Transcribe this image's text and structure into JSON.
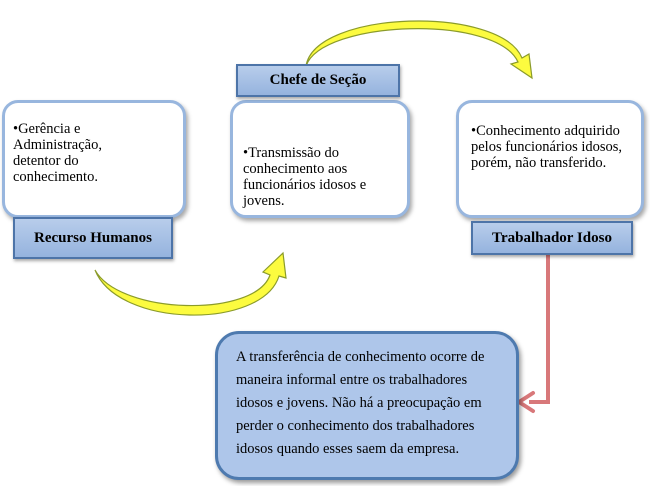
{
  "boxes": {
    "left": "•Gerência e Administração, detentor do conhecimento.",
    "middle": "•Transmissão do conhecimento aos funcionários idosos e jovens.",
    "right": "•Conhecimento adquirido pelos funcionários idosos, porém, não transferido."
  },
  "labels": {
    "left": "Recurso Humanos",
    "middle": "Chefe de Seção",
    "right": "Trabalhador Idoso"
  },
  "note": "A transferência de conhecimento ocorre de maneira informal entre os trabalhadores idosos e jovens. Não há a preocupação em perder o conhecimento dos trabalhadores idosos quando esses saem da empresa.",
  "colors": {
    "curved_arrow_fill": "#fcfb3f",
    "curved_arrow_outline": "#8b9b2a",
    "connector_arrow": "#d8787a",
    "box_border": "#98b6de",
    "label_fill": "#a9c2e6",
    "note_fill": "#aec6ea"
  }
}
